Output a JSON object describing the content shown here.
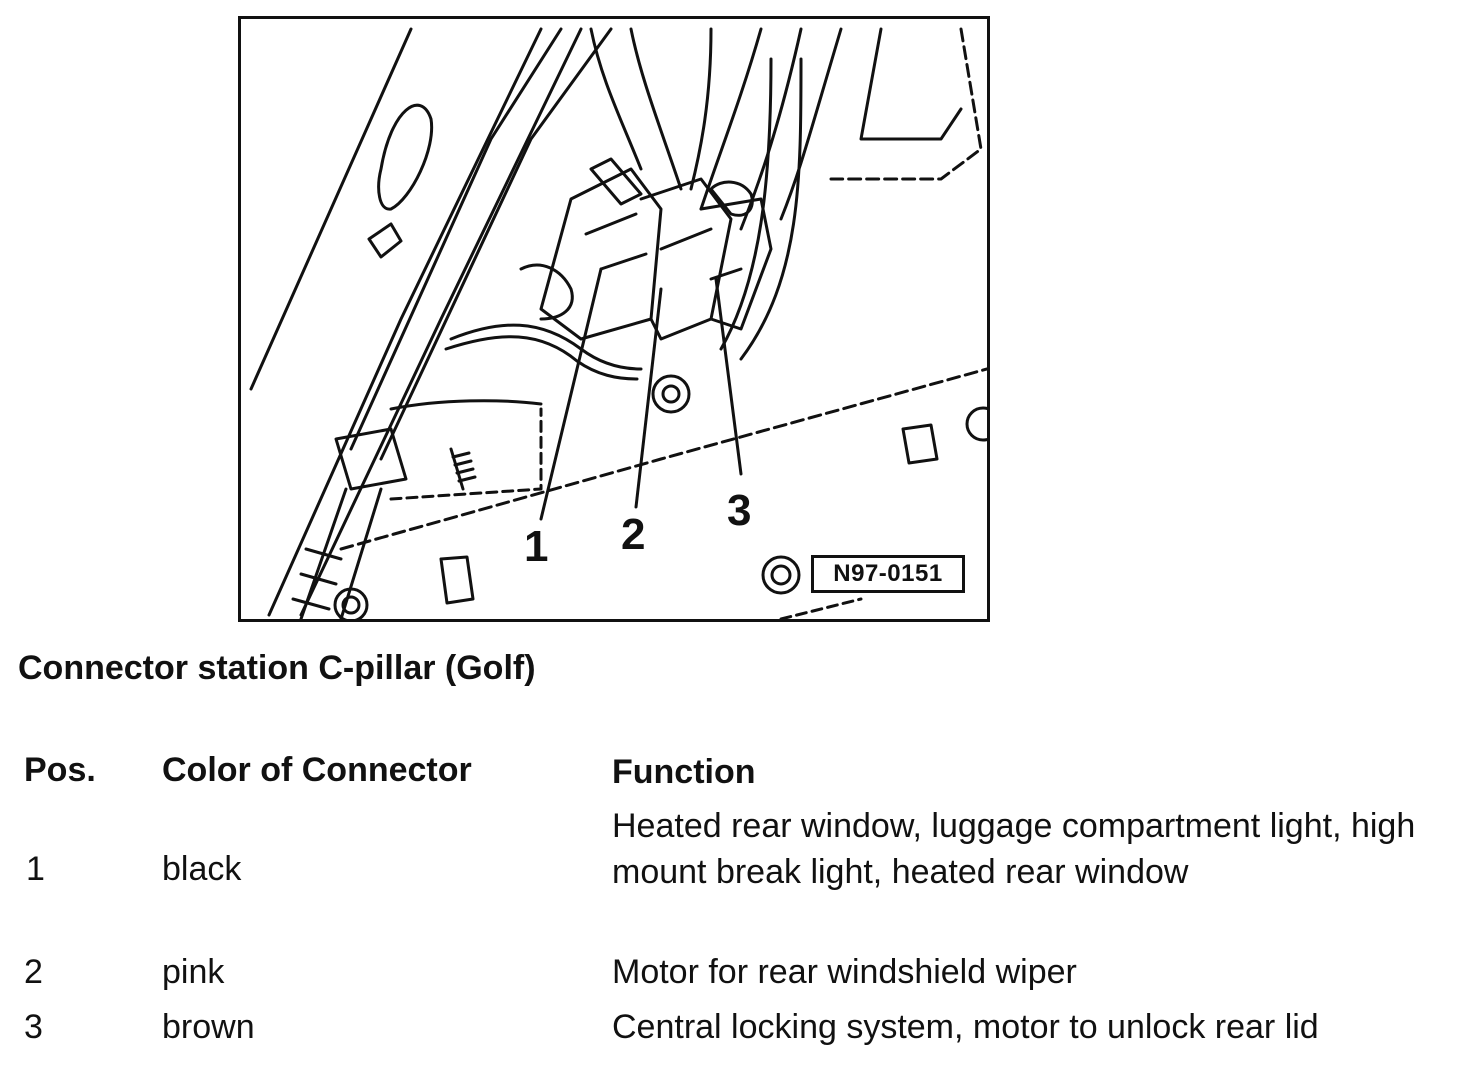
{
  "figure": {
    "callouts": [
      "1",
      "2",
      "3"
    ],
    "reference_code": "N97-0151"
  },
  "caption": "Connector station C-pillar (Golf)",
  "table": {
    "headers": {
      "pos": "Pos.",
      "color": "Color of Connector",
      "function": "Function"
    },
    "rows": [
      {
        "pos": "1",
        "color": "black",
        "function": "Heated rear window, luggage compartment light, high mount break light, heated rear window"
      },
      {
        "pos": "2",
        "color": "pink",
        "function": "Motor for rear windshield wiper"
      },
      {
        "pos": "3",
        "color": "brown",
        "function": "Central locking system, motor to unlock rear lid"
      }
    ]
  }
}
